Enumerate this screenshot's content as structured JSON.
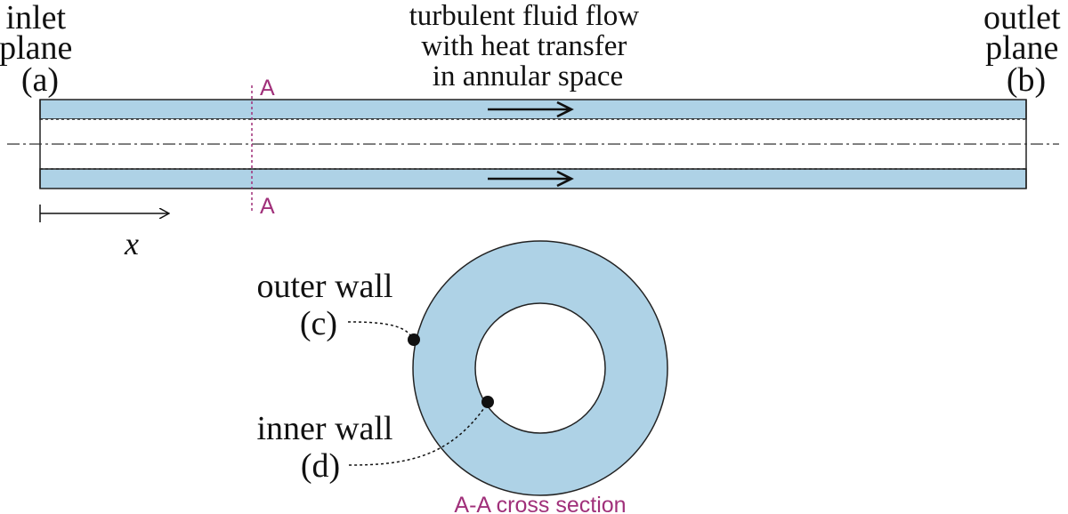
{
  "labels": {
    "inlet": [
      "inlet",
      "plane",
      "(a)"
    ],
    "outlet": [
      "outlet",
      "plane",
      "(b)"
    ],
    "flow": [
      "turbulent fluid flow",
      "with heat transfer",
      "in annular space"
    ],
    "section_marker": "A",
    "axis": "x",
    "outer_wall": "outer wall",
    "outer_wall_id": "(c)",
    "inner_wall": "inner wall",
    "inner_wall_id": "(d)",
    "cross_section": "A-A cross section"
  },
  "colors": {
    "fluid": "#aed2e6",
    "accent": "#a0307a",
    "ink": "#111111"
  }
}
